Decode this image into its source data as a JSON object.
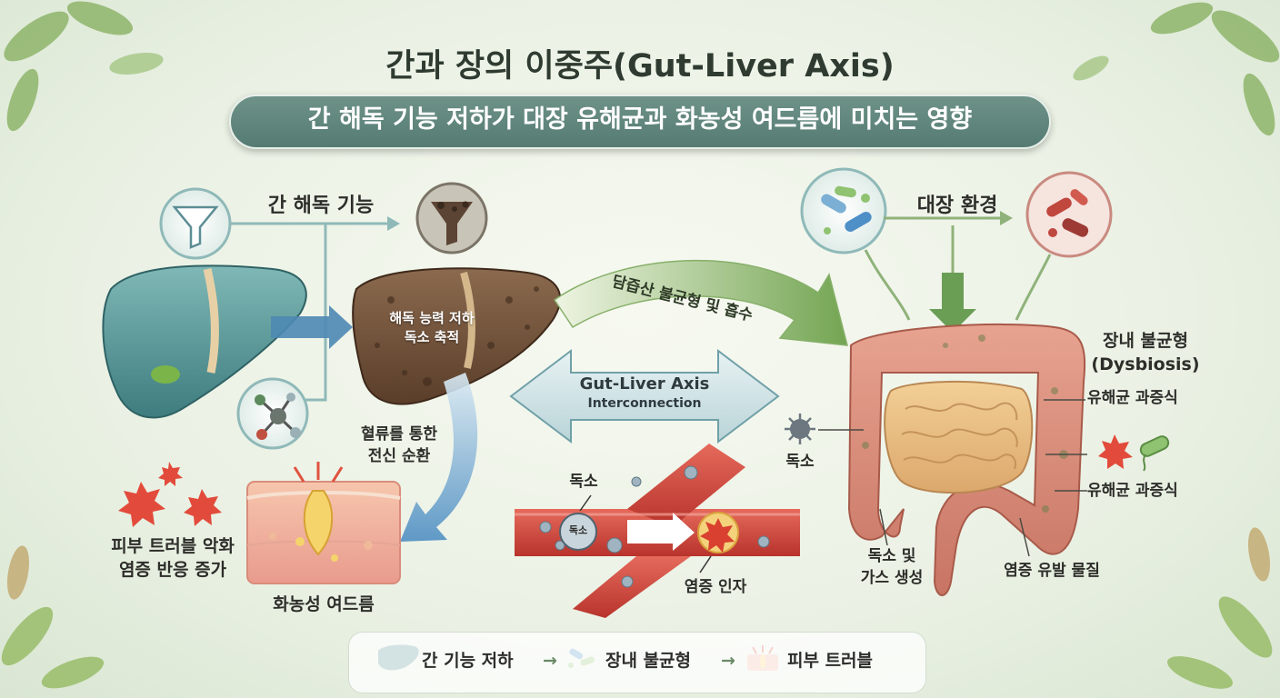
{
  "title": "간과 장의 이중주(Gut-Liver Axis)",
  "subtitle": "간 해독 기능 저하가 대장 유해균과 화농성 여드름에 미치는 영향",
  "liver_section": {
    "function_label": "간 해독 기능",
    "damaged_liver_line1": "해독 능력 저하",
    "damaged_liver_line2": "독소 축적",
    "circulation_line1": "혈류를 통한",
    "circulation_line2": "전신 순환"
  },
  "skin_section": {
    "trouble_line1": "피부 트러블 악화",
    "trouble_line2": "염증 반응 증가",
    "acne_label": "화농성 여드름"
  },
  "axis": {
    "line1": "Gut-Liver Axis",
    "line2": "Interconnection",
    "bile_arrow": "담즙산 불균형 및 흡수"
  },
  "blood_vessel": {
    "toxin_label": "독소",
    "toxin_bubble": "독소",
    "inflammation_label": "염증 인자"
  },
  "gut_section": {
    "env_label": "대장 환경",
    "dysbiosis_line1": "장내 불균형",
    "dysbiosis_line2": "(Dysbiosis)",
    "harmful1": "유해균 과증식",
    "harmful2": "유해균 과증식",
    "toxin_left": "독소",
    "gas_line1": "독소 및",
    "gas_line2": "가스 생성",
    "inflam_material": "염증 유발 물질"
  },
  "legend": {
    "step1": "간 기능 저하",
    "step2": "장내 불균형",
    "step3": "피부 트러블",
    "arrow": "→"
  },
  "colors": {
    "healthy_liver": "#4f8f90",
    "damaged_liver": "#6e4f36",
    "intestine": "#d98c78",
    "small_intestine": "#e7b87c",
    "subtitle_bg": "#5f867c",
    "arrow_green": "#7fab5a",
    "arrow_blue": "#5f9bc8"
  }
}
